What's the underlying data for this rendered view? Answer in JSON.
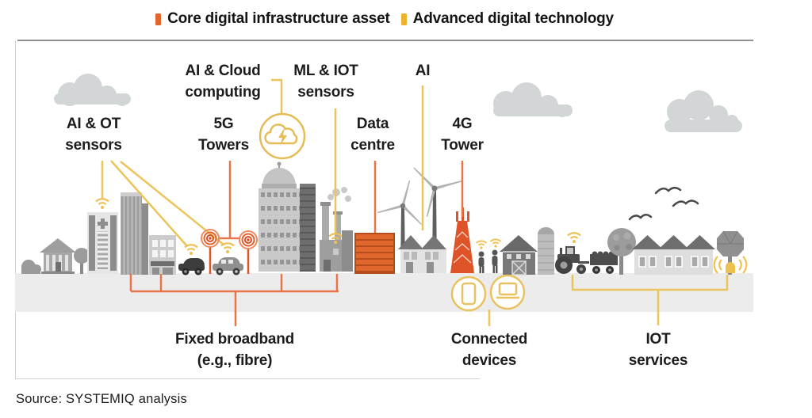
{
  "legend": {
    "items": [
      {
        "label": "Core digital infrastructure asset",
        "color": "#e2662b"
      },
      {
        "label": "Advanced digital technology",
        "color": "#eeb32c"
      }
    ]
  },
  "callouts": {
    "ai_ot_sensors": "AI & OT\nsensors",
    "ai_cloud_computing": "AI & Cloud\ncomputing",
    "five_g_towers": "5G\nTowers",
    "ml_iot_sensors": "ML & IOT\nsensors",
    "ai": "AI",
    "data_centre": "Data\ncentre",
    "four_g_tower": "4G\nTower",
    "fixed_broadband": "Fixed broadband\n(e.g., fibre)",
    "connected_devices": "Connected\ndevices",
    "iot_services": "IOT\nservices"
  },
  "source": "Source: SYSTEMIQ analysis",
  "colors": {
    "core_orange": "#e2662b",
    "advanced_yellow": "#eeb32c",
    "connector_orange": "#e8744a",
    "connector_yellow": "#ecc45c",
    "tower_orange": "#de5328",
    "building_gray": "#b0b0b0",
    "ground_gray": "#ececec",
    "cloud_gray": "#d3d6d7"
  },
  "icons": {
    "cloud_computing": "cloud-with-bolt-icon",
    "wifi": "wifi-signal-icon",
    "five_g_ring": "radio-rings-icon",
    "phone": "smartphone-icon",
    "laptop": "laptop-icon",
    "iot_device": "iot-sensor-icon"
  }
}
